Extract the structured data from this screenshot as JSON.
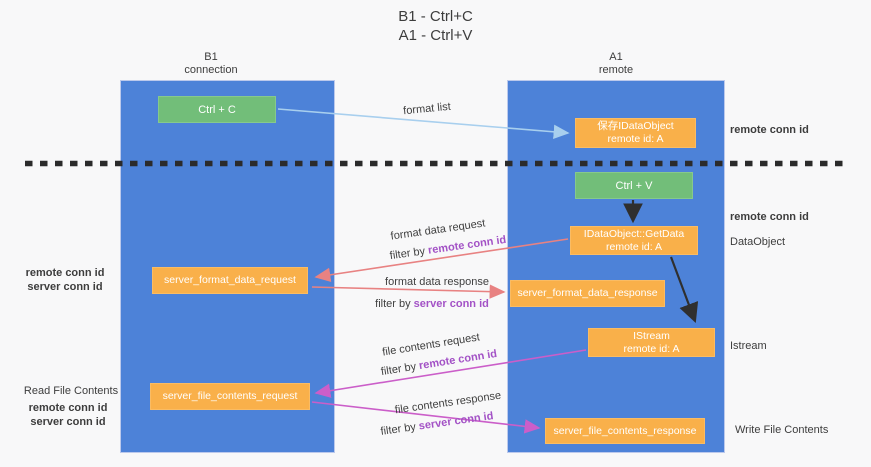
{
  "title": {
    "line1": "B1 - Ctrl+C",
    "line2": "A1 - Ctrl+V"
  },
  "lanes": {
    "left": {
      "title": "B1",
      "subtitle": "connection"
    },
    "right": {
      "title": "A1",
      "subtitle": "remote"
    }
  },
  "nodes": {
    "ctrl_c": {
      "label": "Ctrl + C"
    },
    "ctrl_v": {
      "label": "Ctrl + V"
    },
    "save_obj": {
      "line1": "保存IDataObject",
      "line2": "remote id: A"
    },
    "getdata": {
      "line1": "IDataObject::GetData",
      "line2": "remote id: A"
    },
    "istream": {
      "line1": "IStream",
      "line2": "remote id: A"
    },
    "format_request": {
      "label": "server_format_data_request"
    },
    "format_response": {
      "label": "server_format_data_response"
    },
    "file_request": {
      "label": "server_file_contents_request"
    },
    "file_response": {
      "label": "server_file_contents_response"
    }
  },
  "right_labels": {
    "remote_conn_top": "remote conn id",
    "remote_conn_mid": "remote conn id",
    "dataobject": "DataObject",
    "istream": "Istream",
    "write_file_contents": "Write File Contents"
  },
  "left_labels": {
    "remote_conn_1": "remote conn id",
    "server_conn_1": "server conn id",
    "read_file_contents": "Read File Contents",
    "remote_conn_2": "remote conn id",
    "server_conn_2": "server conn id"
  },
  "edge_labels": {
    "format_list": "format list",
    "format_request": {
      "line1": "format data request",
      "filter_prefix": "filter by",
      "filter_key": "remote conn id"
    },
    "format_response": {
      "line1": "format data response",
      "filter_prefix": "filter by",
      "filter_key": "server conn id"
    },
    "file_request": {
      "line1": "file contents request",
      "filter_prefix": "filter by",
      "filter_key": "remote conn id"
    },
    "file_response": {
      "line1": "file contents response",
      "filter_prefix": "filter by",
      "filter_key": "server conn id"
    }
  },
  "colors": {
    "lane_blue": "#4d82d8",
    "node_orange": "#f9b04a",
    "node_green": "#72be79",
    "arrow_blue": "#a8cfee",
    "arrow_red": "#e88282",
    "arrow_magenta": "#cb5ec9",
    "arrow_black": "#2f2f2f",
    "highlight_purple": "#a352c6",
    "highlight_green": "#6bbf6b",
    "divider_black": "#2b2b2b"
  }
}
